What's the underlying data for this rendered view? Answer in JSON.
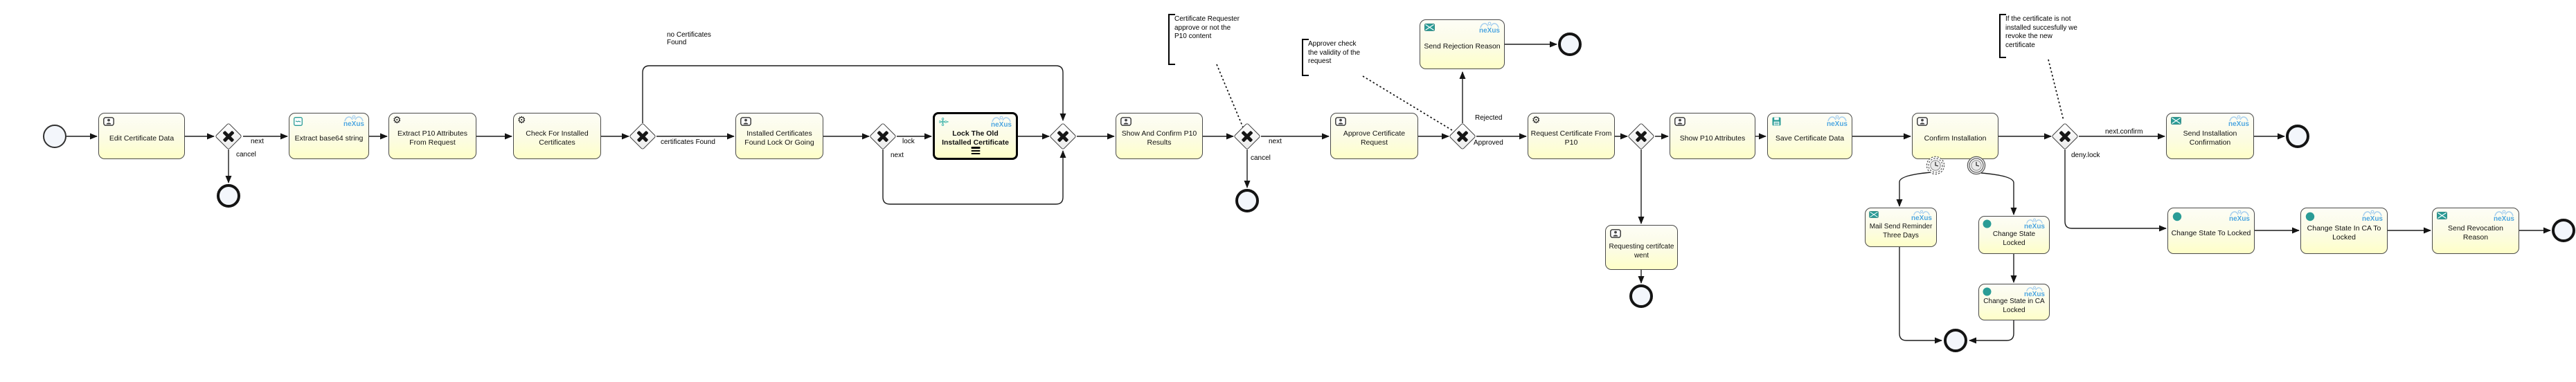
{
  "logo": "neXus",
  "icons": {
    "gear": "⚙"
  },
  "colors": {
    "accent_teal": "#2a9c96",
    "nexus_blue": "#4fa7e0",
    "task_fill_bottom": "#feffc8",
    "task_border": "#4a4a4a"
  },
  "nodes": {
    "edit_certificate": "Edit Certificate Data",
    "extract_base64": "Extract base64 string",
    "extract_p10": "Extract P10 Attributes From Request",
    "check_installed": "Check For Installed Certificates",
    "installed_found": "Installed Certificates Found Lock Or Going",
    "lock_old": "Lock The Old Installed Certificate",
    "show_confirm": "Show And Confirm P10 Results",
    "approve_request": "Approve Certificate Request",
    "send_rejection": "Send Rejection Reason",
    "request_cert": "Request Certificate From P10",
    "requesting_went": "Requesting certifcate went",
    "show_p10": "Show P10 Attributes",
    "save_cert": "Save Certificate Data",
    "confirm_install": "Confirm Installation",
    "send_install_conf": "Send Installation Confirmation",
    "mail_reminder": "Mail Send Reminder Three Days",
    "change_state_locked": "Change State Locked",
    "change_state_ca_locked": "Change State in CA Locked",
    "change_to_locked": "Change State To Locked",
    "change_ca_to_locked": "Change State In CA To Locked",
    "send_revocation": "Send Revocation Reason"
  },
  "edge_labels": {
    "next": "next",
    "cancel": "cancel",
    "lock": "lock",
    "certificates_found": "certificates Found",
    "no_certificates_found": "no Certificates Found",
    "rejected": "Rejected",
    "approved": "Approved",
    "next_confirm": "next.confirm",
    "deny_lock": "deny.lock"
  },
  "annotations": {
    "requester": "Certificate Requester approve or not the P10 content",
    "approver": "Approver check the validity of the request",
    "revoke": "If the certificate is not installed succesfully we revoke the new certificate"
  }
}
